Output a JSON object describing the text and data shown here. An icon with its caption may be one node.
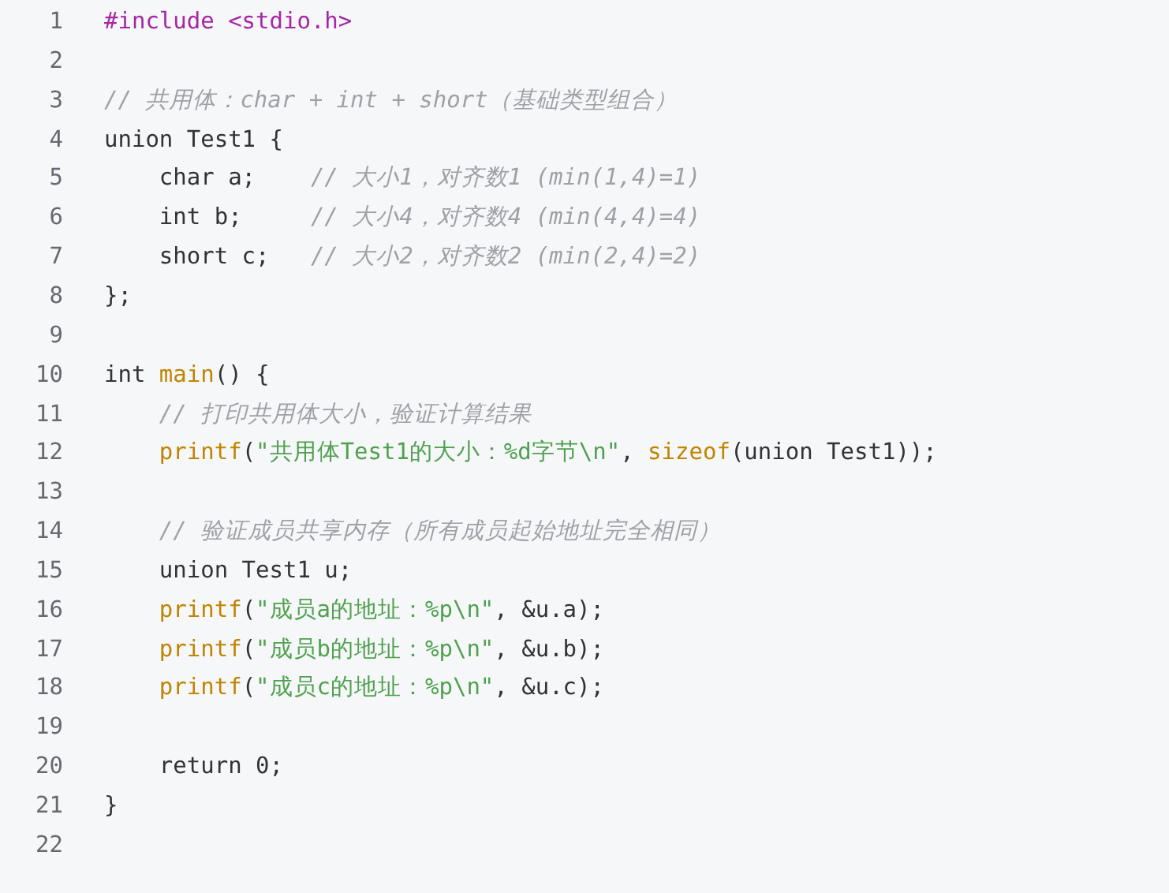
{
  "diagram": {
    "labels": [
      "1",
      "#include <stdio.h>",
      "2",
      "3",
      "// 共用体：char + int + short（基础类型组合）",
      "4",
      "union Test1 {",
      "5",
      "    char a;    // 大小1，对齐数1 (min(1,4)=1)",
      "6",
      "    int b;     // 大小4，对齐数4 (min(4,4)=4)",
      "7",
      "    short c;   // 大小2，对齐数2 (min(2,4)=2)",
      "8",
      "};",
      "9",
      "10",
      "int main() {",
      "11",
      "    // 打印共用体大小，验证计算结果",
      "12",
      "    printf(\"共用体Test1的大小：%d字节\\n\", sizeof(union Test1));",
      "13",
      "14",
      "    // 验证成员共享内存（所有成员起始地址完全相同）",
      "15",
      "    union Test1 u;",
      "16",
      "    printf(\"成员a的地址：%p\\n\", &u.a);",
      "17",
      "    printf(\"成员b的地址：%p\\n\", &u.b);",
      "18",
      "    printf(\"成员c的地址：%p\\n\", &u.c);",
      "19",
      "20",
      "    return 0;",
      "21",
      "}",
      "22"
    ]
  }
}
